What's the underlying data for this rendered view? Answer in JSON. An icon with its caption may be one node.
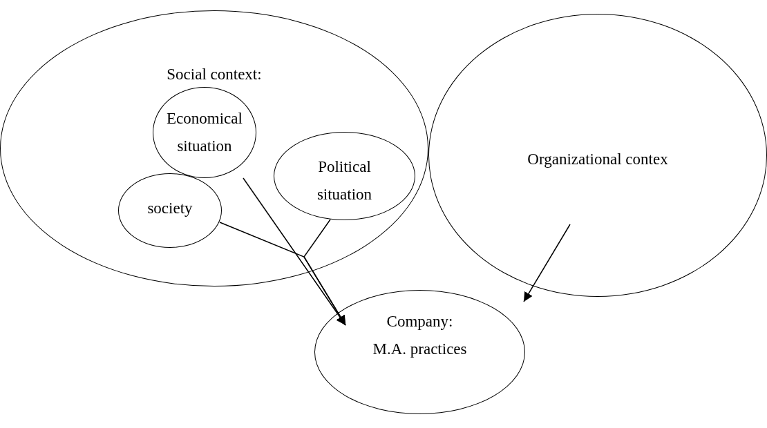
{
  "diagram": {
    "nodes": [
      {
        "text": [
          "Social context:"
        ]
      },
      {
        "text": [
          "Economical situation"
        ],
        "in": 0
      },
      {
        "text": [
          "Political situation"
        ],
        "in": 0
      },
      {
        "text": [
          "society"
        ],
        "in": 0
      },
      {
        "text": [
          "Organizational contex"
        ]
      },
      {
        "text": [
          "Company:",
          "M.A. practices"
        ]
      }
    ],
    "edges": [
      {
        "from": 1,
        "to": 5,
        "arrow": "to"
      },
      {
        "from": 3,
        "to": 5,
        "arrow": "to"
      },
      {
        "from": 2,
        "to": 5,
        "arrow": "to"
      },
      {
        "from": 4,
        "to": 5,
        "arrow": "to"
      }
    ]
  }
}
